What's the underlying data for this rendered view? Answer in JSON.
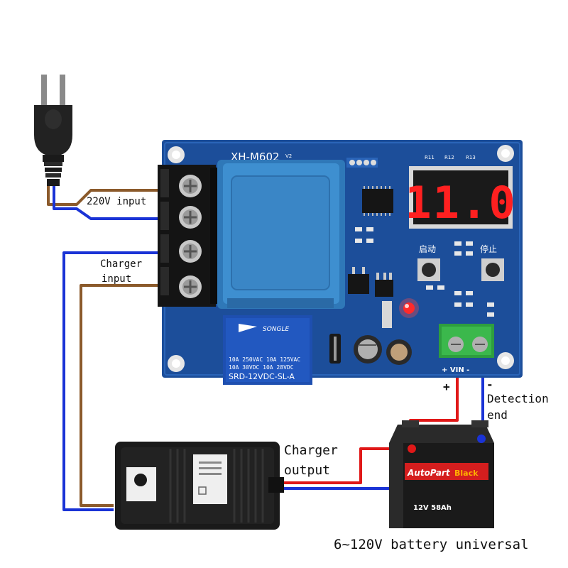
{
  "labels": {
    "ac_input": "220V input",
    "charger_input_line1": "Charger",
    "charger_input_line2": "input",
    "charger_output_line1": "Charger",
    "charger_output_line2": "output",
    "detection_line1": "Detection",
    "detection_line2": "end",
    "plus_sign": "+",
    "minus_sign": "-",
    "battery_caption": "6~120V battery universal"
  },
  "board": {
    "model": "XH-M602",
    "version": "V2",
    "display_value": "11.0",
    "start_button_label": "启动",
    "stop_button_label": "停止",
    "terminal_marking": "+ VIN -",
    "resistor_labels": [
      "R11",
      "R12",
      "R13"
    ]
  },
  "relay": {
    "brand": "SONGLE",
    "rating_line1": "10A 250VAC  10A 125VAC",
    "rating_line2": "10A  30VDC  10A  28VDC",
    "model": "SRD-12VDC-SL-A"
  },
  "battery": {
    "brand": "AutoPart",
    "secondary_brand": "Black",
    "rating": "12V 58Ah"
  },
  "colors": {
    "wire_brown": "#8B5A2B",
    "wire_blue": "#1A33D6",
    "wire_red": "#E01818",
    "pcb_blue": "#1C4E9A",
    "transformer_blue": "#3E8FD0",
    "display_red": "#FF2020"
  }
}
